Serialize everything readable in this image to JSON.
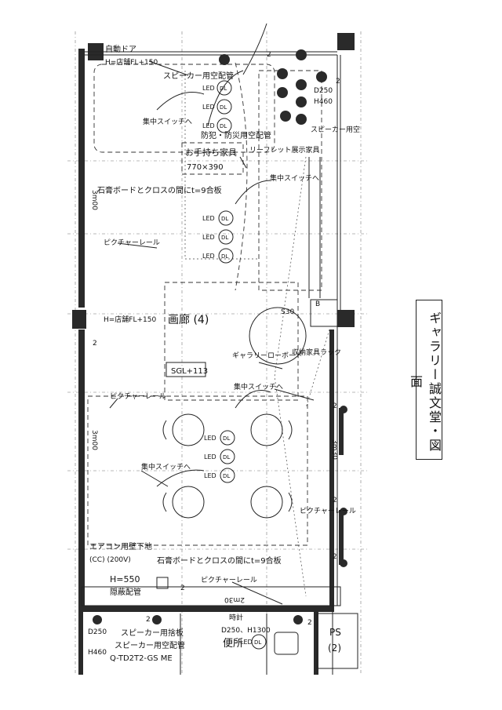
{
  "title": "ギャラリー誠文堂・図面",
  "labels": {
    "auto_door": "自動ドア",
    "auto_door_h": "H=店舗FL+150",
    "speaker_pipe_top": "スピーカー用空配管",
    "speaker_pipe_right": "スピーカー用空",
    "d250_top": "D250",
    "h460_top": "H460",
    "central_switch_1": "集中スイッチへ",
    "crime_pipe": "防犯・防災用空配管",
    "leaflet_furniture": "リーフレット展示家具",
    "own_furniture": "お手持ち家具",
    "own_furniture_size": "770×390",
    "central_switch_2": "集中スイッチへ",
    "plywood_1": "石膏ボードとクロスの間にt=9合板",
    "dim_3m00_top": "3m00",
    "picture_rail_1": "ピクチャーレール",
    "h_floor_mid": "H=店舗FL+150",
    "gallery": "画廊 (4)",
    "dim_s30": "S30",
    "b_mark": "B",
    "storage_shelf": "収納家具ラック",
    "gallery_board": "ギャラリーローボード",
    "sgl": "SGL+113",
    "central_switch_3": "集中スイッチへ",
    "picture_rail_2": "ピクチャーレール",
    "dim_3m00_bottom": "3m00",
    "dim_3m30": "3m30",
    "central_switch_4": "集中スイッチへ",
    "picture_rail_3": "ピクチャーレール",
    "aircon": "エアコン用壁下地",
    "cc": "(CC) (200V)",
    "h550": "H=550",
    "hidden_pipe": "隠蔽配管",
    "plywood_2": "石膏ボードとクロスの間にt=9合板",
    "picture_rail_4": "ピクチャーレール",
    "dim_2m30": "2m30",
    "d250_bottom": "D250",
    "h460_bottom": "H460",
    "speaker_board": "スピーカー用捨板",
    "speaker_pipe_bottom": "スピーカー用空配管",
    "code": "Q-TD2T2-GS ME",
    "tokei": "時計",
    "d250_h1300": "D250、H1300",
    "toilet": "便所",
    "ps": "PS",
    "ps_num": "(2)",
    "led": "LED",
    "dl": "DL",
    "num2": "2"
  },
  "colors": {
    "ink": "#111111",
    "wall": "#2a2a2a",
    "paper": "#ffffff"
  }
}
